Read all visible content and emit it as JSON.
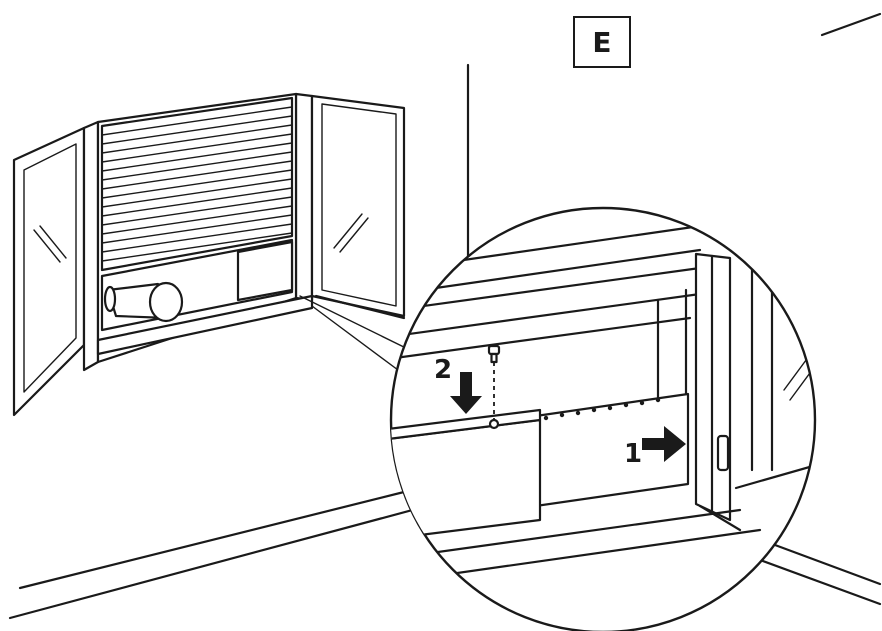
{
  "panel_label": "E",
  "steps": [
    {
      "number": "1",
      "arrow": "arrow-right-icon"
    },
    {
      "number": "2",
      "arrow": "arrow-down-icon"
    }
  ],
  "icons": {
    "screw": "screw-icon",
    "hose": "exhaust-hose-icon"
  },
  "colors": {
    "line": "#1a1a1a",
    "background": "#ffffff"
  }
}
